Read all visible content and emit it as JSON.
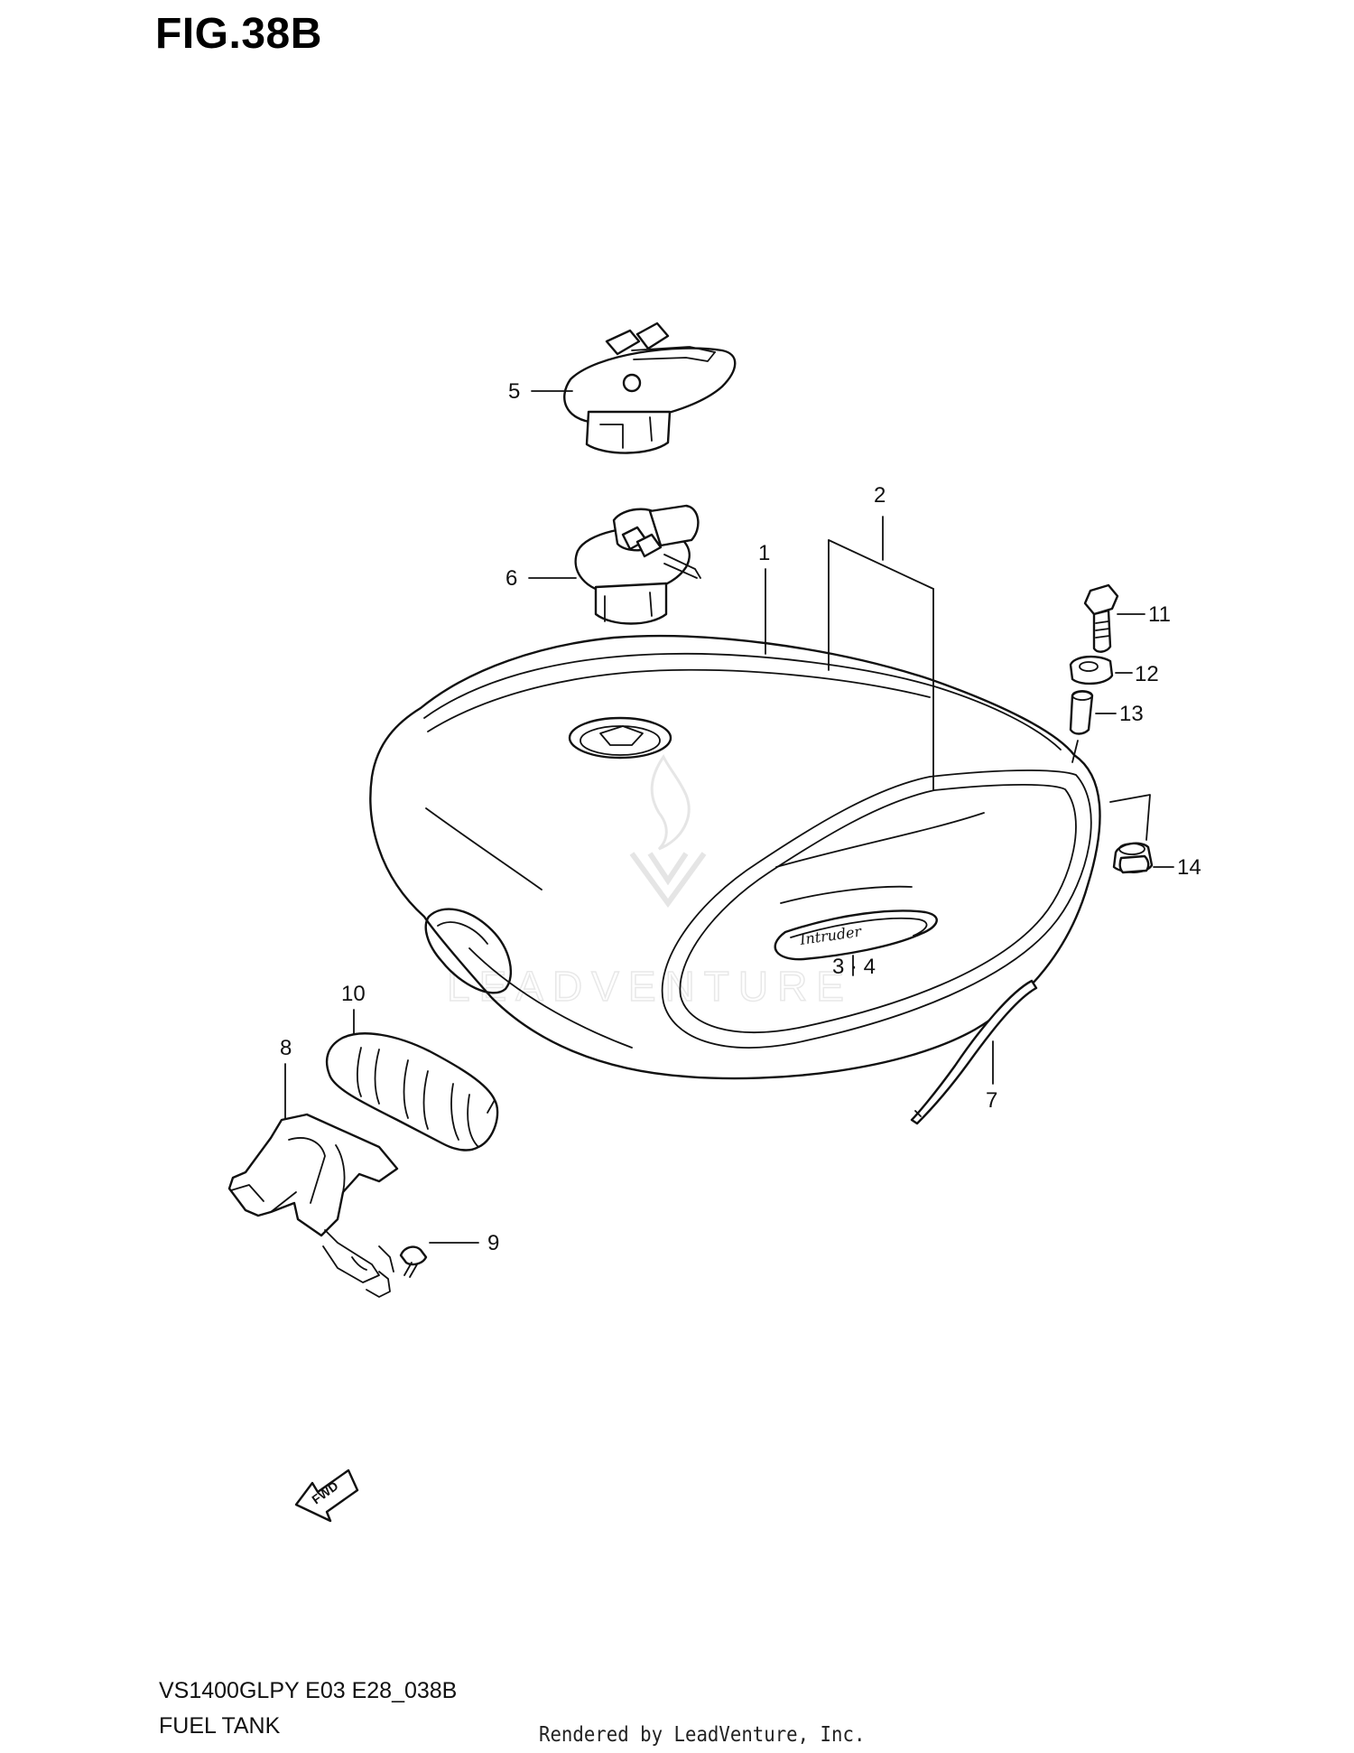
{
  "figure": {
    "title": "FIG.38B",
    "model_code": "VS1400GLPY E03 E28_038B",
    "section_name": "FUEL TANK",
    "credit": "Rendered by LeadVenture, Inc."
  },
  "watermark": {
    "text": "LEADVENTURE"
  },
  "emblem": {
    "text": "Intruder"
  },
  "direction_marker": {
    "text": "FWD"
  },
  "callouts": {
    "c1": "1",
    "c2": "2",
    "c34": "3 · 4",
    "c5": "5",
    "c6": "6",
    "c7": "7",
    "c8": "8",
    "c9": "9",
    "c10": "10",
    "c11": "11",
    "c12": "12",
    "c13": "13",
    "c14": "14"
  }
}
